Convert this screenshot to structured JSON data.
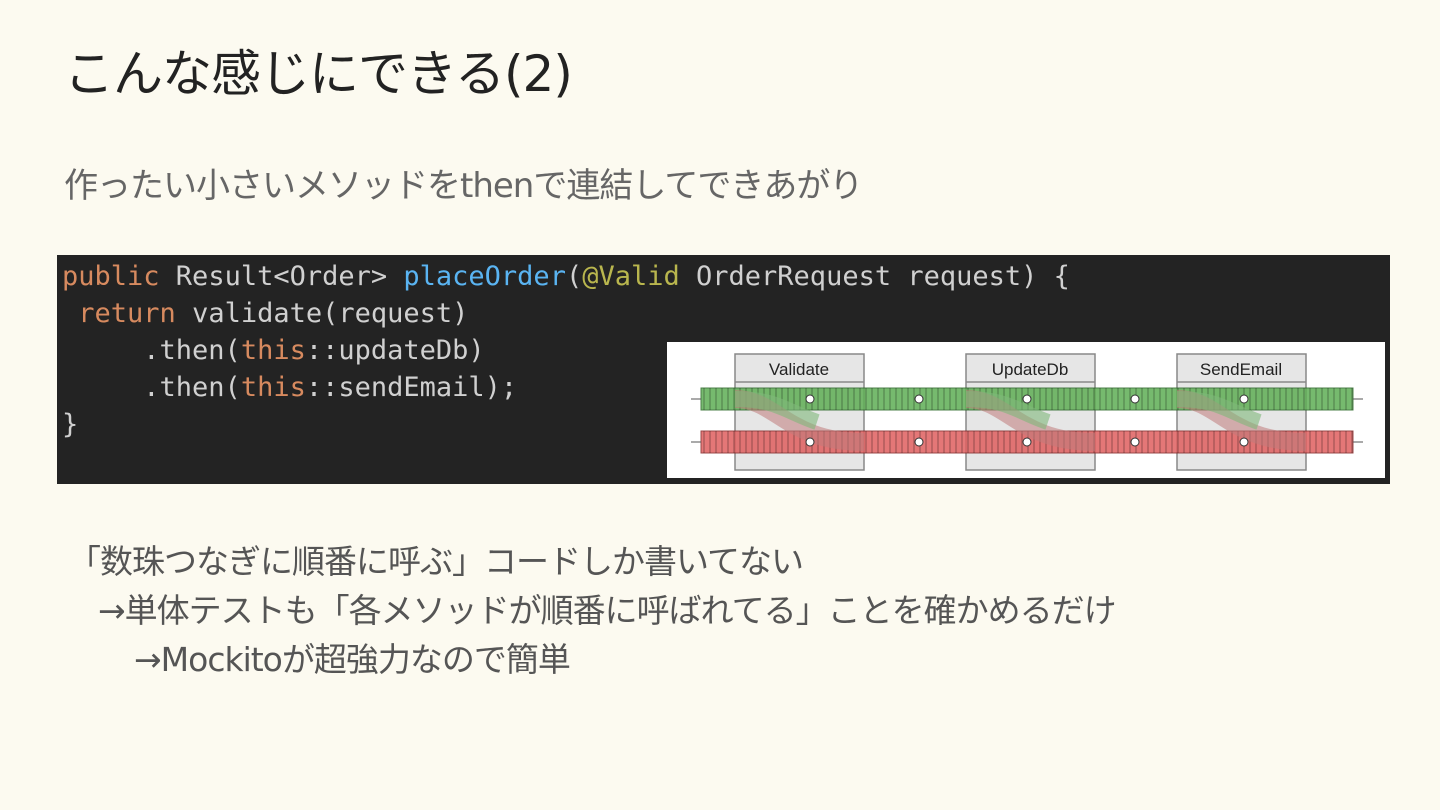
{
  "slide": {
    "title": "こんな感じにできる(2)",
    "subtitle": "作ったい小さいメソッドをthenで連結してできあがり"
  },
  "code": {
    "line1": {
      "kw_public": "public",
      "t1": " Result<Order> ",
      "method": "placeOrder",
      "t2": "(",
      "annotation": "@Valid",
      "t3": " OrderRequest request) {"
    },
    "line2": {
      "indent": " ",
      "kw_return": "return",
      "t1": " validate(request)"
    },
    "line3": {
      "t1": "     .then(",
      "kw_this": "this",
      "t2": "::updateDb)"
    },
    "line4": {
      "t1": "     .then(",
      "kw_this": "this",
      "t2": "::sendEmail);"
    },
    "line5": "}"
  },
  "diagram": {
    "stages": [
      "Validate",
      "UpdateDb",
      "SendEmail"
    ],
    "colors": {
      "success_track": "#5fae55",
      "failure_track": "#e06060",
      "stage_box": "#e6e6e6"
    }
  },
  "notes": [
    "「数珠つなぎに順番に呼ぶ」コードしか書いてない",
    "→単体テストも「各メソッドが順番に呼ばれてる」ことを確かめるだけ",
    "→Mockitoが超強力なので簡単"
  ]
}
